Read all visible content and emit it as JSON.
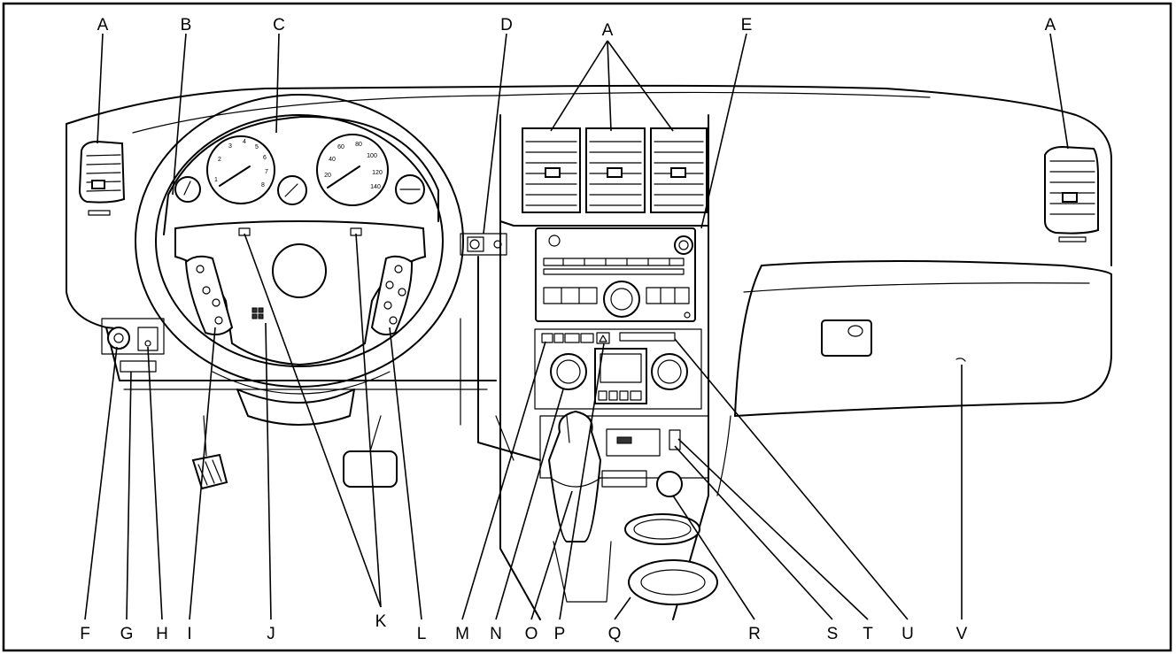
{
  "labels": {
    "A": "A",
    "B": "B",
    "C": "C",
    "D": "D",
    "E": "E",
    "F": "F",
    "G": "G",
    "H": "H",
    "I": "I",
    "J": "J",
    "K": "K",
    "L": "L",
    "M": "M",
    "N": "N",
    "O": "O",
    "P": "P",
    "Q": "Q",
    "R": "R",
    "S": "S",
    "T": "T",
    "U": "U",
    "V": "V"
  },
  "tachometer_numbers": [
    "1",
    "2",
    "3",
    "4",
    "5",
    "6",
    "7",
    "8"
  ],
  "speedometer_numbers": [
    "20",
    "40",
    "60",
    "80",
    "100",
    "120",
    "140"
  ]
}
